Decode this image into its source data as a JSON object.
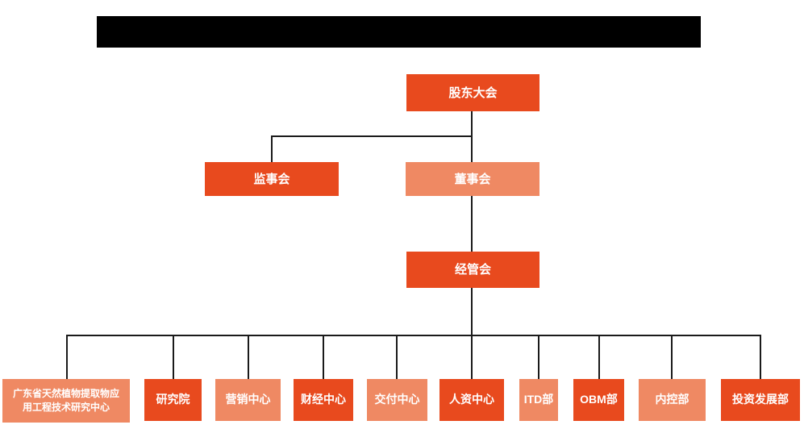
{
  "diagram": {
    "type": "org-chart",
    "title_bar": {
      "visible_text": "",
      "note": "solid black bar (title redacted)",
      "color": "#000000"
    },
    "colors": {
      "node_dark": "#e84a1e",
      "node_light": "#ef8963",
      "connector_line": "#1a1a1a",
      "node_text": "#ffffff",
      "background": "#ffffff"
    },
    "nodes": {
      "level1": [
        {
          "id": "shareholders-meeting",
          "label": "股东大会",
          "style": "dark"
        }
      ],
      "level2": [
        {
          "id": "supervisory-board",
          "label": "监事会",
          "style": "dark"
        },
        {
          "id": "board-of-directors",
          "label": "董事会",
          "style": "light"
        }
      ],
      "level3": [
        {
          "id": "management-committee",
          "label": "经管会",
          "style": "dark"
        }
      ],
      "level4": [
        {
          "id": "gd-natural-plant-extract-center",
          "label": "广东省天然植物提取物应用工程技术研究中心",
          "style": "light"
        },
        {
          "id": "research-institute",
          "label": "研究院",
          "style": "dark"
        },
        {
          "id": "marketing-center",
          "label": "营销中心",
          "style": "light"
        },
        {
          "id": "finance-center",
          "label": "财经中心",
          "style": "dark"
        },
        {
          "id": "delivery-center",
          "label": "交付中心",
          "style": "light"
        },
        {
          "id": "hr-center",
          "label": "人资中心",
          "style": "dark"
        },
        {
          "id": "itd-dept",
          "label": "ITD部",
          "style": "light"
        },
        {
          "id": "obm-dept",
          "label": "OBM部",
          "style": "dark"
        },
        {
          "id": "internal-control-dept",
          "label": "内控部",
          "style": "light"
        },
        {
          "id": "investment-development-dept",
          "label": "投资发展部",
          "style": "dark"
        }
      ]
    },
    "edges": [
      {
        "from": "股东大会",
        "to": "监事会"
      },
      {
        "from": "股东大会",
        "to": "董事会"
      },
      {
        "from": "董事会",
        "to": "经管会"
      },
      {
        "from": "经管会",
        "to": "广东省天然植物提取物应用工程技术研究中心"
      },
      {
        "from": "经管会",
        "to": "研究院"
      },
      {
        "from": "经管会",
        "to": "营销中心"
      },
      {
        "from": "经管会",
        "to": "财经中心"
      },
      {
        "from": "经管会",
        "to": "交付中心"
      },
      {
        "from": "经管会",
        "to": "人资中心"
      },
      {
        "from": "经管会",
        "to": "ITD部"
      },
      {
        "from": "经管会",
        "to": "OBM部"
      },
      {
        "from": "经管会",
        "to": "内控部"
      },
      {
        "from": "经管会",
        "to": "投资发展部"
      }
    ]
  }
}
